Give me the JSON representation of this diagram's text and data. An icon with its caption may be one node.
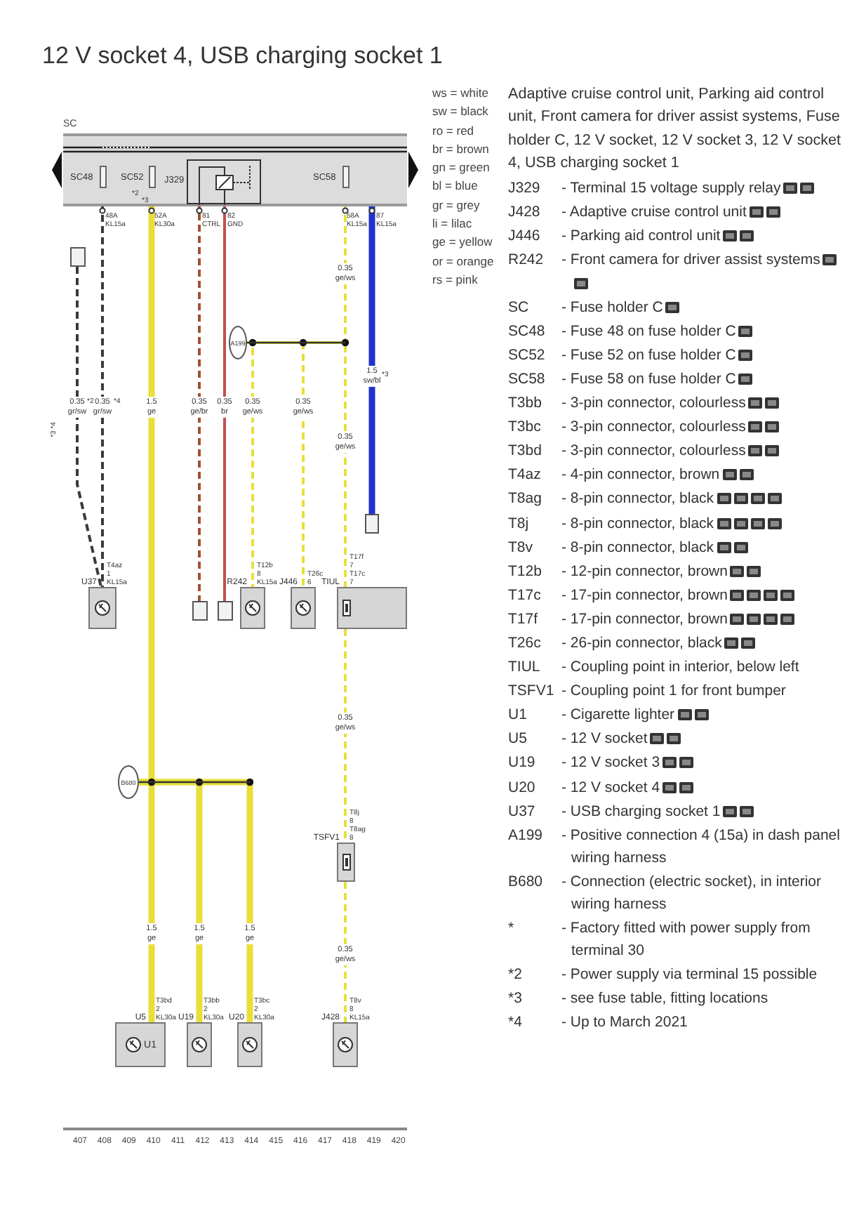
{
  "diagram": {
    "title": "12 V socket 4, USB charging socket 1",
    "nodes": [
      {
        "text": [
          "SC"
        ]
      },
      {
        "text": [
          "SC48"
        ],
        "in": 0
      },
      {
        "text": [
          "SC52"
        ],
        "in": 0
      },
      {
        "text": [
          "J329"
        ],
        "in": 0
      },
      {
        "text": [
          "SC58"
        ],
        "in": 0
      },
      {
        "text": [
          "U37"
        ],
        "beside": [
          "T4az",
          "1",
          "KL15a"
        ]
      },
      {
        "text": [],
        "shape": "box"
      },
      {
        "text": [],
        "shape": "box"
      },
      {
        "text": [],
        "shape": "box"
      },
      {
        "text": [
          "A199"
        ]
      },
      {
        "text": [
          "R242"
        ],
        "beside": [
          "T12b",
          "8",
          "KL15a"
        ]
      },
      {
        "text": [
          "J446"
        ],
        "beside": [
          "T26c",
          "6"
        ]
      },
      {
        "text": [
          "TIUL"
        ],
        "beside": [
          "T17f",
          "7",
          "T17c",
          "7"
        ]
      },
      {
        "text": [],
        "shape": "box"
      },
      {
        "text": [
          "B680"
        ]
      },
      {
        "text": [
          "TSFV1"
        ],
        "beside": [
          "T8j",
          "8",
          "T8ag",
          "8"
        ]
      },
      {
        "text": [
          "U5",
          "U1"
        ],
        "beside": [
          "T3bd",
          "2",
          "KL30a"
        ]
      },
      {
        "text": [
          "U19"
        ],
        "beside": [
          "T3bb",
          "2",
          "KL30a"
        ]
      },
      {
        "text": [
          "U20"
        ],
        "beside": [
          "T3bc",
          "2",
          "KL30a"
        ]
      },
      {
        "text": [
          "J428"
        ],
        "beside": [
          "T8v",
          "8",
          "KL15a"
        ]
      }
    ],
    "edges": [
      {
        "from": 1,
        "to": 5,
        "arrow": "none",
        "label": "0.35 gr/sw",
        "style": "dashed",
        "color": "#3a3a3a"
      },
      {
        "from": 6,
        "to": 5,
        "arrow": "none",
        "label": "0.35 gr/sw",
        "style": "dashed",
        "color": "#3a3a3a"
      },
      {
        "from": 2,
        "to": 14,
        "arrow": "none",
        "label": "1.5 ge",
        "style": "thick"
      },
      {
        "from": 14,
        "to": 16,
        "arrow": "none",
        "label": "1.5 ge",
        "style": "thick"
      },
      {
        "from": 14,
        "to": 17,
        "arrow": "none",
        "label": "1.5 ge",
        "style": "thick"
      },
      {
        "from": 14,
        "to": 18,
        "arrow": "none",
        "label": "1.5 ge",
        "style": "thick"
      },
      {
        "from": 3,
        "to": 7,
        "arrow": "none",
        "label": "0.35 ge/br",
        "style": "dashed",
        "color": "#a0522d"
      },
      {
        "from": 3,
        "to": 8,
        "arrow": "none",
        "label": "0.35 br",
        "color": "#c0504d"
      },
      {
        "from": 4,
        "to": 9,
        "arrow": "none",
        "label": "0.35 ge/ws",
        "style": "dashed"
      },
      {
        "from": 9,
        "to": 10,
        "arrow": "none",
        "label": "0.35 ge/ws",
        "style": "dashed"
      },
      {
        "from": 9,
        "to": 11,
        "arrow": "none",
        "label": "0.35 ge/ws",
        "style": "dashed"
      },
      {
        "from": 9,
        "to": 12,
        "arrow": "none",
        "label": "0.35 ge/ws",
        "style": "dashed"
      },
      {
        "from": 12,
        "to": 15,
        "arrow": "none",
        "label": "0.35 ge/ws",
        "style": "dashed"
      },
      {
        "from": 15,
        "to": 19,
        "arrow": "none",
        "label": "0.35 ge/ws",
        "style": "dashed"
      },
      {
        "from": 0,
        "to": 13,
        "arrow": "none",
        "label": "1.5 sw/bl",
        "style": "thick",
        "color": "#2233cc"
      }
    ],
    "labels": [
      "ws = white",
      "sw = black",
      "ro = red",
      "br = brown",
      "gn = green",
      "bl = blue",
      "gr = grey",
      "li = lilac",
      "ge = yellow",
      "or = orange",
      "rs = pink",
      "Adaptive cruise control unit, Parking aid control unit, Front camera for driver assist systems, Fuse holder C, 12 V socket, 12 V socket 3, 12 V socket 4, USB charging socket 1",
      "J329",
      "- Terminal 15 voltage supply relay",
      "J428",
      "- Adaptive cruise control unit",
      "J446",
      "- Parking aid control unit",
      "R242",
      "- Front camera for driver assist systems",
      "SC",
      "- Fuse holder C",
      "SC48",
      "- Fuse 48 on fuse holder C",
      "SC52",
      "- Fuse 52 on fuse holder C",
      "SC58",
      "- Fuse 58 on fuse holder C",
      "T3bb",
      "- 3-pin connector, colourless",
      "T3bc",
      "- 3-pin connector, colourless",
      "T3bd",
      "- 3-pin connector, colourless",
      "T4az",
      "- 4-pin connector, brown",
      "T8ag",
      "- 8-pin connector, black",
      "T8j",
      "- 8-pin connector, black",
      "T8v",
      "- 8-pin connector, black",
      "T12b",
      "- 12-pin connector, brown",
      "T17c",
      "- 17-pin connector, brown",
      "T17f",
      "- 17-pin connector, brown",
      "T26c",
      "- 26-pin connector, black",
      "TIUL",
      "- Coupling point in interior, below left",
      "TSFV1",
      "- Coupling point 1 for front bumper",
      "U1",
      "- Cigarette lighter",
      "U5",
      "- 12 V socket",
      "U19",
      "- 12 V socket 3",
      "U20",
      "- 12 V socket 4",
      "U37",
      "- USB charging socket 1",
      "A199",
      "- Positive connection 4 (15a) in dash panel wiring harness",
      "B680",
      "- Connection (electric socket), in interior wiring harness",
      "*",
      "- Factory fitted with power supply from terminal 30",
      "*2",
      "- Power supply via terminal 15 possible",
      "*3",
      "- see fuse table, fitting locations",
      "*4",
      "- Up to March 2021",
      "407",
      "408",
      "409",
      "410",
      "411",
      "412",
      "413",
      "414",
      "415",
      "416",
      "417",
      "418",
      "419",
      "420",
      "48A KL15a",
      "52A KL30a",
      "81 CTRL",
      "82 GND",
      "58A KL15a",
      "87 KL15a",
      "*2",
      "*3",
      "*2",
      "*4",
      "*3 *4",
      "*3"
    ]
  }
}
